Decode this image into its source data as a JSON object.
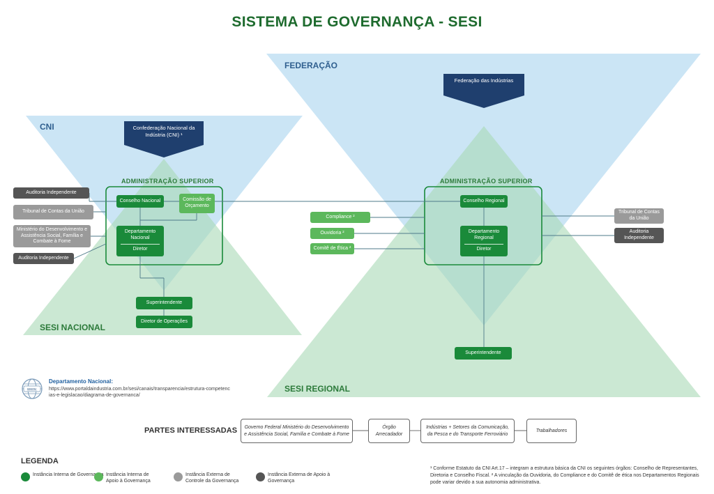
{
  "title": "SISTEMA DE GOVERNANÇA - SESI",
  "regions": {
    "cni": "CNI",
    "federacao": "FEDERAÇÃO",
    "sesi_nacional": "SESI NACIONAL",
    "sesi_regional": "SESI REGIONAL"
  },
  "cni_banner": "Confederação Nacional da Indústria (CNI) ¹",
  "federacao_banner": "Federação das Indústrias",
  "nacional": {
    "admin_label": "ADMINISTRAÇÃO SUPERIOR",
    "conselho": "Conselho Nacional",
    "comissao": "Comissão de Orçamento",
    "departamento": "Departamento Nacional",
    "diretor": "Diretor",
    "superintendente": "Superintendente",
    "diretor_operacoes": "Diretor de Operações",
    "external": [
      "Auditoria Independente",
      "Tribunal de Contas da União",
      "Ministério do Desenvolvimento e Assistência Social, Família e Combate à Fome",
      "Auditoria Independente"
    ]
  },
  "regional": {
    "admin_label": "ADMINISTRAÇÃO SUPERIOR",
    "conselho": "Conselho Regional",
    "departamento": "Departamento Regional",
    "diretor": "Diretor",
    "superintendente": "Superintendente",
    "support": [
      "Compliance ²",
      "Ouvidoria ²",
      "Comitê de Ética ²"
    ],
    "external": [
      "Tribunal de Contas da União",
      "Auditoria Independente"
    ]
  },
  "link": {
    "title": "Departamento Nacional:",
    "url": "https://www.portaldaindustria.com.br/sesi/canais/transparencia/estrutura-competencias-e-legislacao/diagrama-de-governanca/"
  },
  "partes": {
    "label": "PARTES INTERESSADAS",
    "items": [
      "Governo Federal Ministério do Desenvolvimento e Assistência Social, Família e Combate à Fome",
      "Órgão Arrecadador",
      "Indústrias + Setores da Comunicação, da Pesca e do Transporte Ferroviário",
      "Trabalhadores"
    ]
  },
  "legend": {
    "title": "LEGENDA",
    "items": [
      {
        "label": "Instância Interna de Governança",
        "color": "#1a8a3a"
      },
      {
        "label": "Instância Interna de Apoio à Governança",
        "color": "#5cb85c"
      },
      {
        "label": "Instância Externa de Controle da Governança",
        "color": "#9a9a9a"
      },
      {
        "label": "Instância Externa de Apoio à Governança",
        "color": "#555555"
      }
    ]
  },
  "footnote": "¹ Conforme Estatuto da CNI Art.17 – integram a estrutura básica da CNI os seguintes órgãos: Conselho de Representantes, Diretoria e Conselho Fiscal. ² A vinculação da Ouvidoria, do Compliance e do Comitê de ética nos Departamentos Regionais pode variar devido a sua autonomia administrativa.",
  "colors": {
    "blue_triangle": "#a9d3ee",
    "green_triangle": "#a8d8b5",
    "dark_navy": "#1f3f6e",
    "dark_green": "#1a8a3a",
    "light_green": "#5cb85c",
    "gray": "#9a9a9a",
    "dark_gray": "#555555"
  }
}
